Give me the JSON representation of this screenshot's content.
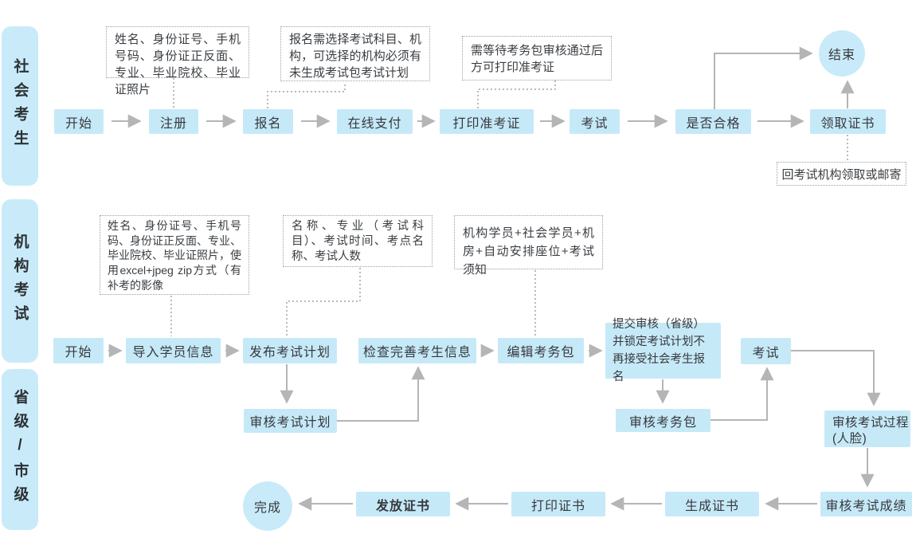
{
  "lanes": [
    {
      "label": "社会考生"
    },
    {
      "label": "机构考试"
    },
    {
      "label": "省级/市级"
    }
  ],
  "nodes": {
    "s_start": "开始",
    "s_register": "注册",
    "s_signup": "报名",
    "s_pay": "在线支付",
    "s_print_ticket": "打印准考证",
    "s_exam": "考试",
    "s_pass": "是否合格",
    "s_get_cert": "领取证书",
    "s_end": "结束",
    "i_start": "开始",
    "i_import": "导入学员信息",
    "i_publish": "发布考试计划",
    "i_check": "检查完善考生信息",
    "i_edit_pack": "编辑考务包",
    "i_submit": "提交审核（省级）并锁定考试计划不再接受社会考生报名",
    "i_exam": "考试",
    "p_review_plan": "审核考试计划",
    "p_review_pack": "审核考务包",
    "p_review_process": "审核考试过程(人脸)",
    "p_review_score": "审核考试成绩",
    "p_gen_cert": "生成证书",
    "p_print_cert": "打印证书",
    "p_issue_cert": "发放证书",
    "p_done": "完成"
  },
  "annotations": {
    "register_info": "姓名、身份证号、手机号码、身份证正反面、专业、毕业院校、毕业证照片",
    "signup_info": "报名需选择考试科目、机构，可选择的机构必须有未生成考试包考试计划",
    "ticket_info": "需等待考务包审核通过后方可打印准考证",
    "cert_info": "回考试机构领取或邮寄",
    "import_info": "姓名、身份证号、手机号码、身份证正反面、专业、毕业院校、毕业证照片，使用excel+jpeg zip方式（有补考的影像",
    "plan_info": "名称、专业（考试科目）、考试时间、考点名称、考试人数",
    "pack_info": "机构学员+社会学员+机房+自动安排座位+考试须知"
  },
  "colors": {
    "node_fill": "#c6e9f8",
    "lane_fill": "#c9ebf9",
    "arrow": "#b3b5b7",
    "dotted": "#a3a3a3",
    "text": "#36393d"
  }
}
